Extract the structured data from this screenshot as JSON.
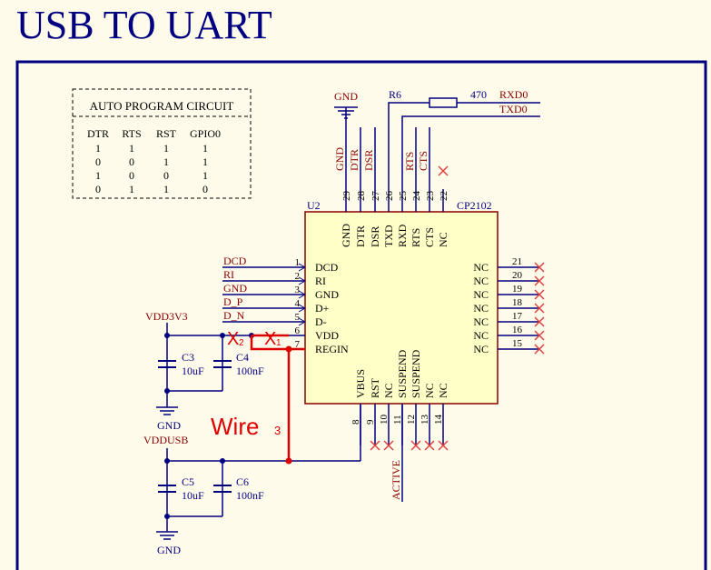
{
  "title": "USB TO UART",
  "colors": {
    "frame": "#000080",
    "wire": "#000080",
    "net": "#8b0000",
    "chip_fill": "#ffffc8",
    "chip_border": "#8b0000",
    "noconnect": "#e04040",
    "annotation": "#dd0000"
  },
  "auto_program": {
    "title": "AUTO PROGRAM CIRCUIT",
    "headers": [
      "DTR",
      "RTS",
      "RST",
      "GPIO0"
    ],
    "rows": [
      [
        "1",
        "1",
        "1",
        "1"
      ],
      [
        "0",
        "0",
        "1",
        "1"
      ],
      [
        "1",
        "0",
        "0",
        "1"
      ],
      [
        "0",
        "1",
        "1",
        "0"
      ]
    ]
  },
  "chip": {
    "ref": "U2",
    "part": "CP2102",
    "top_pins": [
      {
        "num": "29",
        "name": "GND"
      },
      {
        "num": "28",
        "name": "DTR"
      },
      {
        "num": "27",
        "name": "DSR"
      },
      {
        "num": "26",
        "name": "TXD"
      },
      {
        "num": "25",
        "name": "RXD"
      },
      {
        "num": "24",
        "name": "RTS"
      },
      {
        "num": "23",
        "name": "CTS"
      },
      {
        "num": "22",
        "name": "NC"
      }
    ],
    "left_pins": [
      {
        "num": "1",
        "name": "DCD"
      },
      {
        "num": "2",
        "name": "RI"
      },
      {
        "num": "3",
        "name": "GND"
      },
      {
        "num": "4",
        "name": "D+"
      },
      {
        "num": "5",
        "name": "D-"
      },
      {
        "num": "6",
        "name": "VDD"
      },
      {
        "num": "7",
        "name": "REGIN"
      }
    ],
    "right_pins": [
      {
        "num": "21",
        "name": "NC"
      },
      {
        "num": "20",
        "name": "NC"
      },
      {
        "num": "19",
        "name": "NC"
      },
      {
        "num": "18",
        "name": "NC"
      },
      {
        "num": "17",
        "name": "NC"
      },
      {
        "num": "16",
        "name": "NC"
      },
      {
        "num": "15",
        "name": "NC"
      }
    ],
    "bottom_pins": [
      {
        "num": "8",
        "name": "VBUS"
      },
      {
        "num": "9",
        "name": "RST"
      },
      {
        "num": "10",
        "name": "NC"
      },
      {
        "num": "11",
        "name": "SUSPEND"
      },
      {
        "num": "12",
        "name": "SUSPEND"
      },
      {
        "num": "13",
        "name": "NC"
      },
      {
        "num": "14",
        "name": "NC"
      }
    ]
  },
  "nets": {
    "gnd_top": "GND",
    "dtr": "DTR",
    "dsr": "DSR",
    "rts": "RTS",
    "cts": "CTS",
    "r6": "R6",
    "r6_value": "470",
    "rxd0": "RXD0",
    "txd0": "TXD0",
    "dcd": "DCD",
    "ri": "RI",
    "gnd_left": "GND",
    "dp": "D_P",
    "dn": "D_N",
    "vdd3v3": "VDD3V3",
    "gnd_mid": "GND",
    "vddusb": "VDDUSB",
    "gnd_bottom": "GND",
    "active": "ACTIVE"
  },
  "capacitors": [
    {
      "ref": "C3",
      "value": "10uF"
    },
    {
      "ref": "C4",
      "value": "100nF"
    },
    {
      "ref": "C5",
      "value": "10uF"
    },
    {
      "ref": "C6",
      "value": "100nF"
    }
  ],
  "annotations": {
    "x_mark": "X",
    "x1_sub": "2",
    "x2_sub": "1",
    "wire_label": "Wire",
    "wire_sub": "3"
  }
}
